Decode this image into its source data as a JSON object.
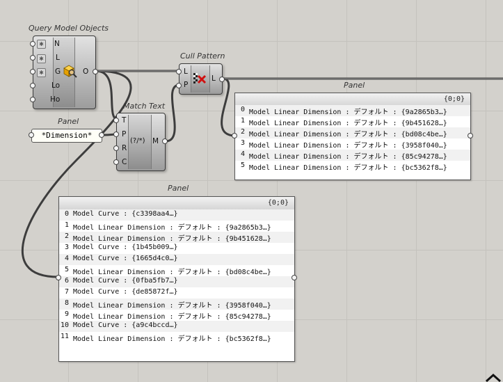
{
  "components": {
    "query_model_objects": {
      "title": "Query Model Objects",
      "inputs": [
        "N",
        "L",
        "G",
        "Lo",
        "Ho"
      ],
      "output": "O",
      "icon": "cube-magnifier-icon"
    },
    "cull_pattern": {
      "title": "Cull Pattern",
      "inputs": [
        "L",
        "P"
      ],
      "output": "L",
      "icon": "cull-pattern-icon"
    },
    "match_text": {
      "title": "Match Text",
      "inputs": [
        "T",
        "P",
        "R",
        "C"
      ],
      "output": "M",
      "symbol": "(?/*)"
    },
    "dimension_panel": {
      "title": "Panel",
      "value": "*Dimension*"
    }
  },
  "panel_top": {
    "title": "Panel",
    "path": "{0;0}",
    "rows": [
      {
        "index": "0",
        "text": "Model Linear Dimension : デフォルト : {9a2865b3…}"
      },
      {
        "index": "1",
        "text": "Model Linear Dimension : デフォルト : {9b451628…}"
      },
      {
        "index": "2",
        "text": "Model Linear Dimension : デフォルト : {bd08c4be…}"
      },
      {
        "index": "3",
        "text": "Model Linear Dimension : デフォルト : {3958f040…}"
      },
      {
        "index": "4",
        "text": "Model Linear Dimension : デフォルト : {85c94278…}"
      },
      {
        "index": "5",
        "text": "Model Linear Dimension : デフォルト : {bc5362f8…}"
      }
    ]
  },
  "panel_bottom": {
    "title": "Panel",
    "path": "{0;0}",
    "rows": [
      {
        "index": "0",
        "text": "Model Curve : {c3398aa4…}"
      },
      {
        "index": "1",
        "text": "Model Linear Dimension : デフォルト : {9a2865b3…}"
      },
      {
        "index": "2",
        "text": "Model Linear Dimension : デフォルト : {9b451628…}"
      },
      {
        "index": "3",
        "text": "Model Curve : {1b45b009…}"
      },
      {
        "index": "4",
        "text": "Model Curve : {1665d4c0…}"
      },
      {
        "index": "5",
        "text": "Model Linear Dimension : デフォルト : {bd08c4be…}"
      },
      {
        "index": "6",
        "text": "Model Curve : {0fba5fb7…}"
      },
      {
        "index": "7",
        "text": "Model Curve : {de85872f…}"
      },
      {
        "index": "8",
        "text": "Model Linear Dimension : デフォルト : {3958f040…}"
      },
      {
        "index": "9",
        "text": "Model Linear Dimension : デフォルト : {85c94278…}"
      },
      {
        "index": "10",
        "text": "Model Curve : {a9c4bccd…}"
      },
      {
        "index": "11",
        "text": "Model Linear Dimension : デフォルト : {bc5362f8…}"
      }
    ]
  }
}
